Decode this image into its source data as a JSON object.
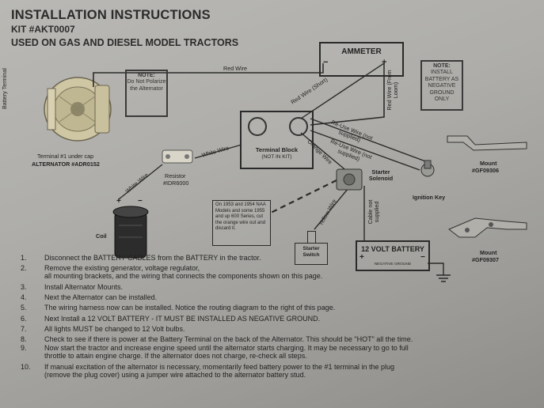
{
  "header": {
    "title": "INSTALLATION INSTRUCTIONS",
    "kit": "KIT #AKT0007",
    "used_on": "USED ON GAS AND DIESEL MODEL TRACTORS"
  },
  "diagram": {
    "ammeter": "AMMETER",
    "ammeter_minus": "−",
    "ammeter_plus": "+",
    "battery_terminal": "Battery Terminal",
    "red_wire": "Red Wire",
    "red_wire_short": "Red Wire (Short)",
    "red_wire_long": "Red Wire (From Loom)",
    "note_polarize": {
      "head": "NOTE:",
      "body": "Do Not Polarize the Alternator"
    },
    "note_ground": {
      "head": "NOTE:",
      "body": "INSTALL BATTERY AS NEGATIVE GROUND ONLY"
    },
    "terminal1": "Terminal #1 under cap",
    "alternator": "ALTERNATOR #ADR0152",
    "white_wire_1": "White Wire",
    "white_wire_2": "White Wire",
    "resistor": "Resistor",
    "resistor_part": "#IDR6000",
    "terminal_block": "Terminal Block",
    "terminal_block_sub": "(NOT IN KIT)",
    "reuse_wire_1": "Re-Use Wire (not supplied)",
    "reuse_wire_2": "Re-Use Wire (not supplied)",
    "orange_wire": "Orange Wire",
    "mount1": "Mount",
    "mount1_part": "#GF09306",
    "mount2": "Mount",
    "mount2_part": "#GF09307",
    "ignition_key": "Ignition Key",
    "starter_solenoid": "Starter Solenoid",
    "coil": "Coil",
    "coil_plus": "+",
    "coil_minus": "−",
    "naa_note": "On 1953 and 1954 NAA Models and some 1955 and up 600 Series, cut the orange wire out and discard it.",
    "yellow_wire": "Yellow Wire",
    "cable_not_supplied": "Cable not supplied",
    "starter_switch": "Starter Switch",
    "battery": "12 VOLT BATTERY",
    "battery_sub": "NEGATIVE GROUND",
    "battery_plus": "+",
    "battery_minus": "−"
  },
  "steps": [
    {
      "num": "1.",
      "text": "Disconnect the BATTERY CABLES from the BATTERY in the tractor."
    },
    {
      "num": "2.",
      "text": "Remove the existing generator, voltage regulator,"
    },
    {
      "num": "",
      "text": "all mounting brackets, and the wiring that connects the components shown on this page."
    },
    {
      "num": "3.",
      "text": "Install Alternator Mounts."
    },
    {
      "num": "4.",
      "text": "Next the Alternator can be installed."
    },
    {
      "num": "5.",
      "text": "The wiring harness now can be installed. Notice the routing diagram to the right of this page."
    },
    {
      "num": "6.",
      "text": "Next Install a 12 VOLT BATTERY - IT MUST BE INSTALLED AS NEGATIVE GROUND."
    },
    {
      "num": "7.",
      "text": "All lights MUST be changed to 12 Volt bulbs."
    },
    {
      "num": "8.",
      "text": "Check to see if there is power at the Battery Terminal on the back of the Alternator. This should be \"HOT\" all the time."
    },
    {
      "num": "9.",
      "text": "Now start the tractor and increase engine speed until the alternator starts charging. It may be necessary to go to full"
    },
    {
      "num": "",
      "text": "throttle to attain engine charge. If the alternator does not charge, re-check all steps."
    },
    {
      "num": "10.",
      "text": "If manual excitation of the alternator is necessary, momentarily feed battery power to the #1 terminal in the plug"
    },
    {
      "num": "",
      "text": "(remove the plug cover) using a jumper wire attached to the alternator battery stud."
    }
  ]
}
